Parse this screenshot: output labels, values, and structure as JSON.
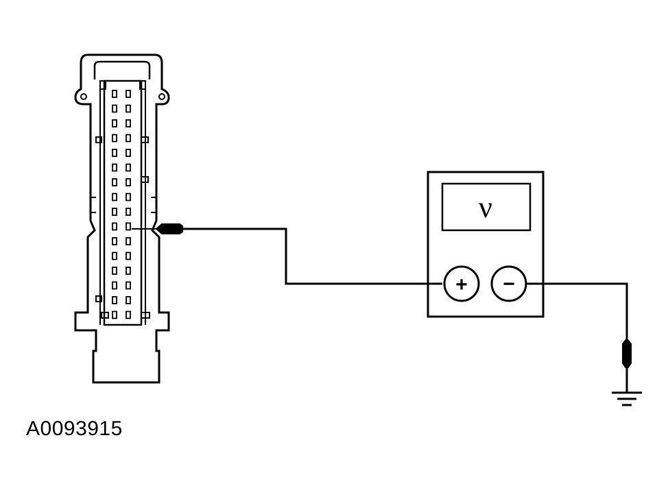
{
  "figure_id": "A0093915",
  "meter": {
    "display_symbol": "ν",
    "positive_terminal": "+",
    "negative_terminal": "−"
  },
  "connector": {
    "pin_rows": 16,
    "pin_columns": 2
  },
  "colors": {
    "line": "#000000",
    "background": "#ffffff"
  }
}
